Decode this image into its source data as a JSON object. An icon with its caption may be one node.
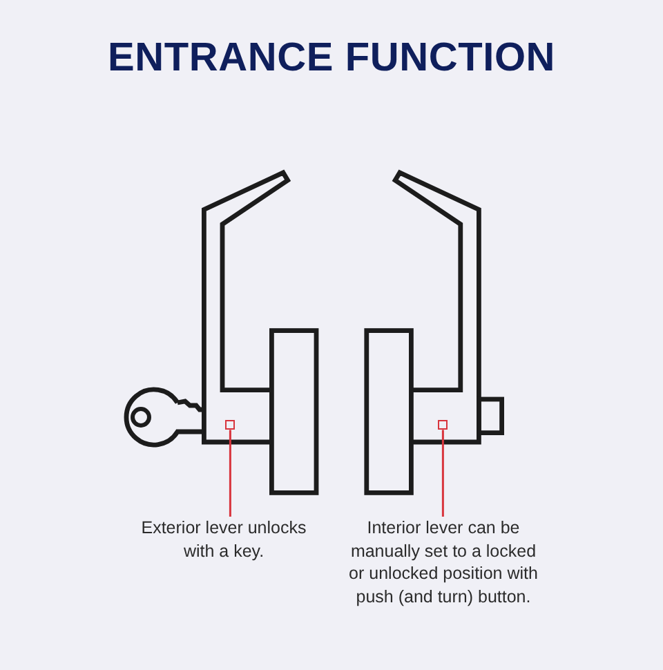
{
  "diagram": {
    "title": "ENTRANCE FUNCTION",
    "nodes": [
      {
        "text": [],
        "shape": "box"
      },
      {
        "text": [],
        "shape": "box"
      },
      {
        "text": [
          "Exterior lever unlocks with a key."
        ]
      },
      {
        "text": [
          "Interior lever can be manually set to a locked or unlocked position with push (and turn) button."
        ]
      }
    ],
    "edges": [
      {
        "from": 2,
        "to": 0,
        "arrow": "none"
      },
      {
        "from": 3,
        "to": 1,
        "arrow": "none"
      }
    ]
  }
}
